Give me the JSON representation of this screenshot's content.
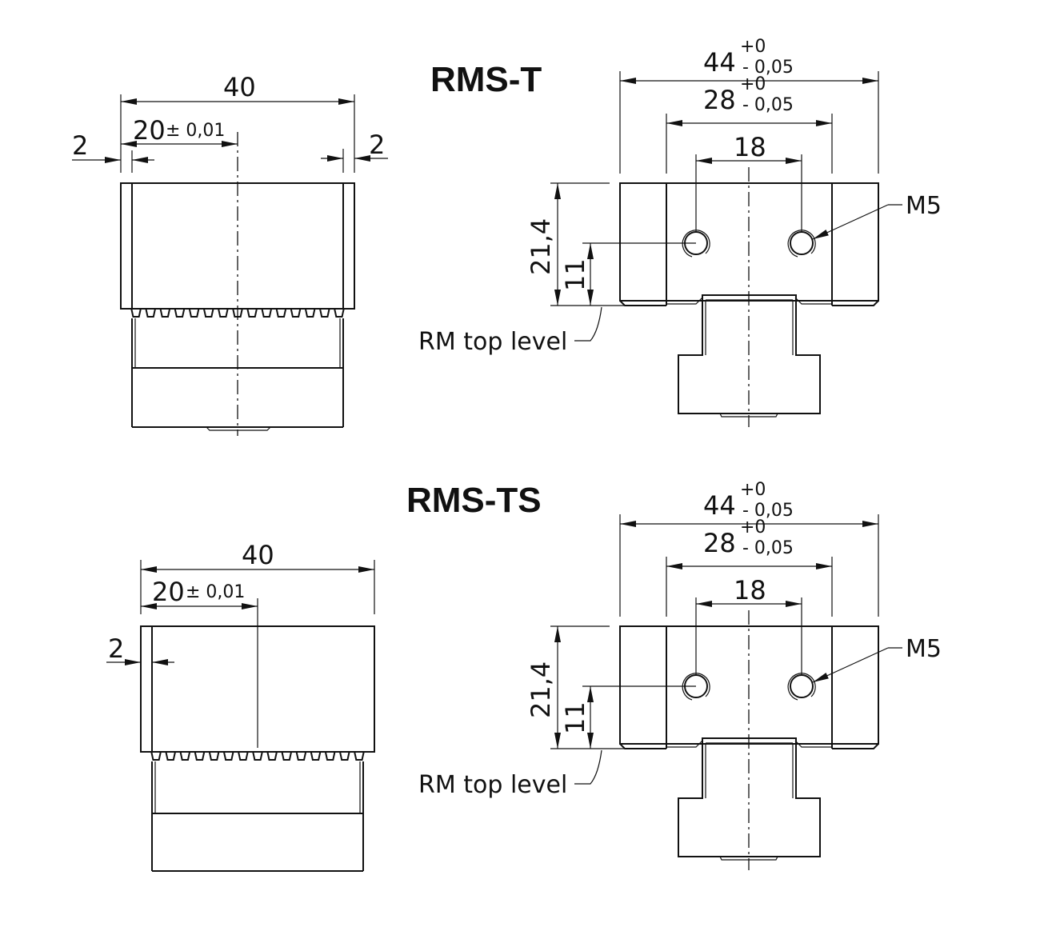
{
  "views": [
    {
      "title": "RMS-T",
      "side_view": {
        "dim_overall": "40",
        "dim_center": "20",
        "dim_center_tol": "± 0,01",
        "dim_left_offset": "2",
        "dim_right_offset": "2"
      },
      "front_view": {
        "dim_width": "44",
        "dim_width_tol_upper": "+0",
        "dim_width_tol_lower": "- 0,05",
        "dim_inner": "28",
        "dim_inner_tol_upper": "+0",
        "dim_inner_tol_lower": "- 0,05",
        "dim_holes": "18",
        "dim_height": "21,4",
        "dim_hole_height": "11",
        "thread_label": "M5",
        "reference_label": "RM top level"
      }
    },
    {
      "title": "RMS-TS",
      "side_view": {
        "dim_overall": "40",
        "dim_center": "20",
        "dim_center_tol": "± 0,01",
        "dim_left_offset": "2"
      },
      "front_view": {
        "dim_width": "44",
        "dim_width_tol_upper": "+0",
        "dim_width_tol_lower": "- 0,05",
        "dim_inner": "28",
        "dim_inner_tol_upper": "+0",
        "dim_inner_tol_lower": "- 0,05",
        "dim_holes": "18",
        "dim_height": "21,4",
        "dim_hole_height": "11",
        "thread_label": "M5",
        "reference_label": "RM top level"
      }
    }
  ]
}
